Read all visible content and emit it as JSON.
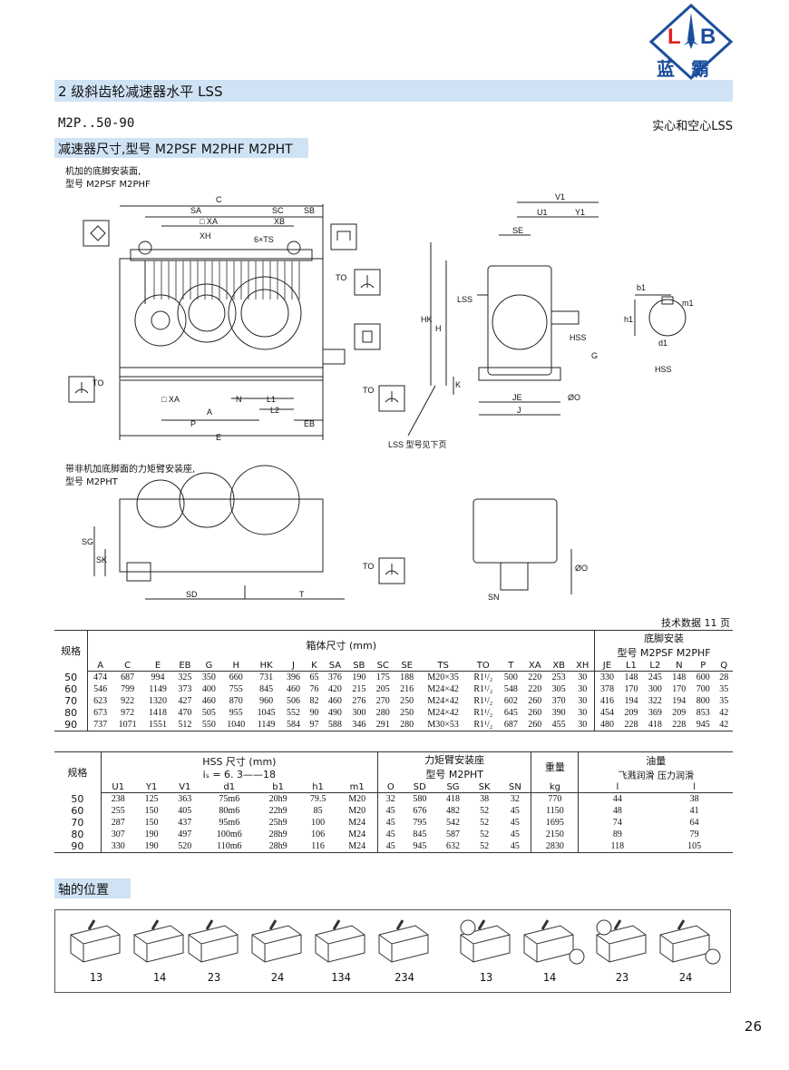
{
  "logo": {
    "letters": "LB",
    "chinese": "蓝霸"
  },
  "header": {
    "title": "2 级斜齿轮减速器水平 LSS",
    "model": "M2P..50-90",
    "solid_hollow": "实心和空心LSS",
    "section_title": "减速器尺寸,型号 M2PSF M2PHF M2PHT",
    "note1_line1": "机加的底脚安装面,",
    "note1_line2": "型号 M2PSF  M2PHF",
    "note2_line1": "带非机加底脚面的力矩臂安装座,",
    "note2_line2": "型号 M2PHT",
    "lss_note": "LSS 型号见下页",
    "tech_data": "技术数据 11 页"
  },
  "drawing_labels": {
    "C": "C",
    "SA": "SA",
    "SC": "SC",
    "SB": "SB",
    "XA": "□ XA",
    "XB": "XB",
    "XH": "XH",
    "TS": "6×TS",
    "TO": "TO",
    "A": "A",
    "N": "N",
    "L1": "L1",
    "L2": "L2",
    "P": "P",
    "EB": "EB",
    "E": "E",
    "V1": "V1",
    "U1": "U1",
    "Y1": "Y1",
    "SE": "SE",
    "LSS": "LSS",
    "HK": "HK",
    "H": "H",
    "HSS": "HSS",
    "G": "G",
    "K": "K",
    "JE": "JE",
    "J": "J",
    "O": "ØO",
    "b1": "b1",
    "m1": "m1",
    "h1": "h1",
    "d1": "d1",
    "SG": "SG",
    "SK": "SK",
    "SD": "SD",
    "T": "T",
    "SN": "SN"
  },
  "table1": {
    "row_label": "规格",
    "group_box": "箱体尺寸  (mm)",
    "group_foot_line1": "底脚安装",
    "group_foot_line2": "型号  M2PSF  M2PHF",
    "columns": [
      "A",
      "C",
      "E",
      "EB",
      "G",
      "H",
      "HK",
      "J",
      "K",
      "SA",
      "SB",
      "SC",
      "SE",
      "TS",
      "TO",
      "T",
      "XA",
      "XB",
      "XH",
      "JE",
      "L1",
      "L2",
      "N",
      "P",
      "Q"
    ],
    "rows": [
      {
        "size": "50",
        "cells": [
          "474",
          "687",
          "994",
          "325",
          "350",
          "660",
          "731",
          "396",
          "65",
          "376",
          "190",
          "175",
          "188",
          "M20×35",
          "R1¹/₂",
          "500",
          "220",
          "253",
          "30",
          "330",
          "148",
          "245",
          "148",
          "600",
          "28"
        ]
      },
      {
        "size": "60",
        "cells": [
          "546",
          "799",
          "1149",
          "373",
          "400",
          "755",
          "845",
          "460",
          "76",
          "420",
          "215",
          "205",
          "216",
          "M24×42",
          "R1¹/₂",
          "548",
          "220",
          "305",
          "30",
          "378",
          "170",
          "300",
          "170",
          "700",
          "35"
        ]
      },
      {
        "size": "70",
        "cells": [
          "623",
          "922",
          "1320",
          "427",
          "460",
          "870",
          "960",
          "506",
          "82",
          "460",
          "276",
          "270",
          "250",
          "M24×42",
          "R1¹/₂",
          "602",
          "260",
          "370",
          "30",
          "416",
          "194",
          "322",
          "194",
          "800",
          "35"
        ]
      },
      {
        "size": "80",
        "cells": [
          "673",
          "972",
          "1418",
          "470",
          "505",
          "955",
          "1045",
          "552",
          "90",
          "490",
          "300",
          "280",
          "250",
          "M24×42",
          "R1¹/₂",
          "645",
          "260",
          "390",
          "30",
          "454",
          "209",
          "369",
          "209",
          "853",
          "42"
        ]
      },
      {
        "size": "90",
        "cells": [
          "737",
          "1071",
          "1551",
          "512",
          "550",
          "1040",
          "1149",
          "584",
          "97",
          "588",
          "346",
          "291",
          "280",
          "M30×53",
          "R1¹/₂",
          "687",
          "260",
          "455",
          "30",
          "480",
          "228",
          "418",
          "228",
          "945",
          "42"
        ]
      }
    ]
  },
  "table2": {
    "row_label": "规格",
    "group_hss": "HSS 尺寸  (mm)",
    "ratio": "iₛ = 6. 3——18",
    "group_arm_line1": "力矩臂安装座",
    "group_arm_line2": "型号  M2PHT",
    "weight": "重量",
    "weight_unit": "kg",
    "oil": "油量",
    "oil_splash": "飞溅润滑",
    "oil_force": "压力润滑",
    "oil_unit": "l",
    "columns": [
      "U1",
      "Y1",
      "V1",
      "d1",
      "b1",
      "h1",
      "m1",
      "O",
      "SD",
      "SG",
      "SK",
      "SN"
    ],
    "rows": [
      {
        "size": "50",
        "cells": [
          "238",
          "125",
          "363",
          "75m6",
          "20h9",
          "79.5",
          "M20",
          "32",
          "580",
          "418",
          "38",
          "32",
          "770",
          "44",
          "38"
        ]
      },
      {
        "size": "60",
        "cells": [
          "255",
          "150",
          "405",
          "80m6",
          "22h9",
          "85",
          "M20",
          "45",
          "676",
          "482",
          "52",
          "45",
          "1150",
          "48",
          "41"
        ]
      },
      {
        "size": "70",
        "cells": [
          "287",
          "150",
          "437",
          "95m6",
          "25h9",
          "100",
          "M24",
          "45",
          "795",
          "542",
          "52",
          "45",
          "1695",
          "74",
          "64"
        ]
      },
      {
        "size": "80",
        "cells": [
          "307",
          "190",
          "497",
          "100m6",
          "28h9",
          "106",
          "M24",
          "45",
          "845",
          "587",
          "52",
          "45",
          "2150",
          "89",
          "79"
        ]
      },
      {
        "size": "90",
        "cells": [
          "330",
          "190",
          "520",
          "110m6",
          "28h9",
          "116",
          "M24",
          "45",
          "945",
          "632",
          "52",
          "45",
          "2830",
          "118",
          "105"
        ]
      }
    ]
  },
  "shaft": {
    "title": "轴的位置",
    "positions": [
      "13",
      "14",
      "23",
      "24",
      "134",
      "234",
      "13",
      "14",
      "23",
      "24"
    ]
  },
  "footer": {
    "page": "26"
  },
  "colors": {
    "band": "#cfe3f5",
    "logo_blue": "#1b4f9c",
    "logo_red": "#d22"
  }
}
